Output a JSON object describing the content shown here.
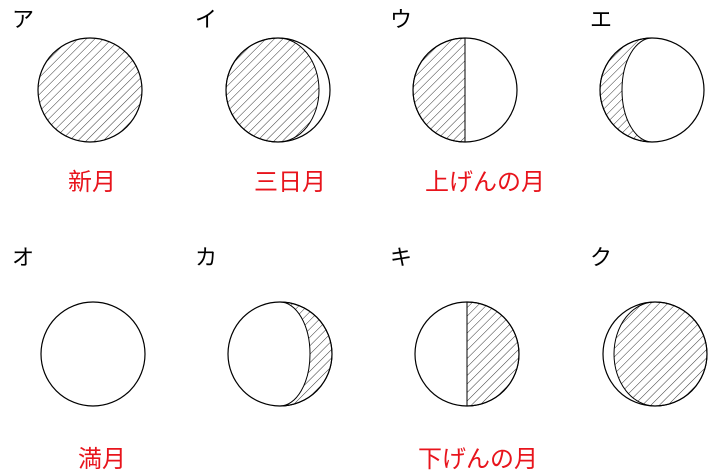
{
  "labels": [
    "ア",
    "イ",
    "ウ",
    "エ",
    "オ",
    "カ",
    "キ",
    "ク"
  ],
  "captions": {
    "a": "新月",
    "i": "三日月",
    "u": "上げんの月",
    "o": "満月",
    "ki": "下げんの月"
  },
  "colors": {
    "caption": "#e8141c",
    "stroke": "#000000"
  },
  "phases": [
    "full-shaded",
    "right-crescent-lit",
    "right-half-lit",
    "left-crescent-shaded",
    "fully-lit",
    "right-crescent-shaded",
    "right-half-shaded",
    "left-crescent-lit"
  ]
}
